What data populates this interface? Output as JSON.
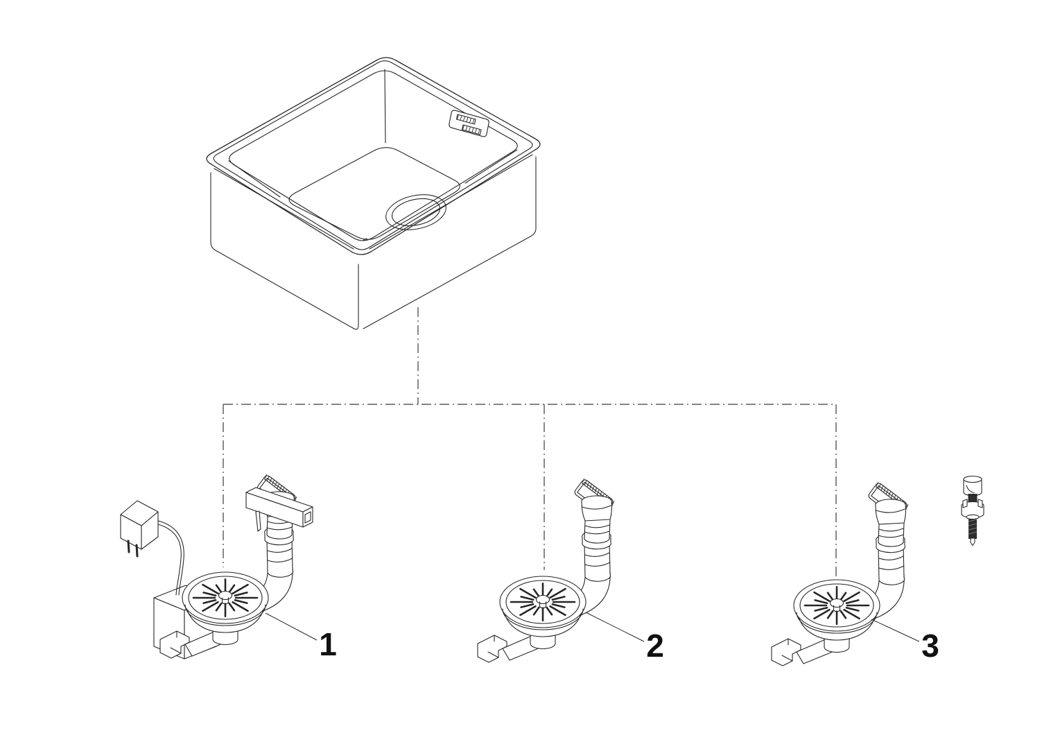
{
  "diagram": {
    "background": "#ffffff",
    "line_color": "#262626",
    "sink": {
      "name": "kitchen-sink-basin-isometric-drawing"
    },
    "callouts": [
      {
        "number": "1",
        "part": "drain-set-with-drive-unit-power-plug-and-overflow"
      },
      {
        "number": "2",
        "part": "drain-set-with-overflow"
      },
      {
        "number": "3",
        "part": "drain-set-with-overflow-and-fixing-pin"
      }
    ]
  }
}
